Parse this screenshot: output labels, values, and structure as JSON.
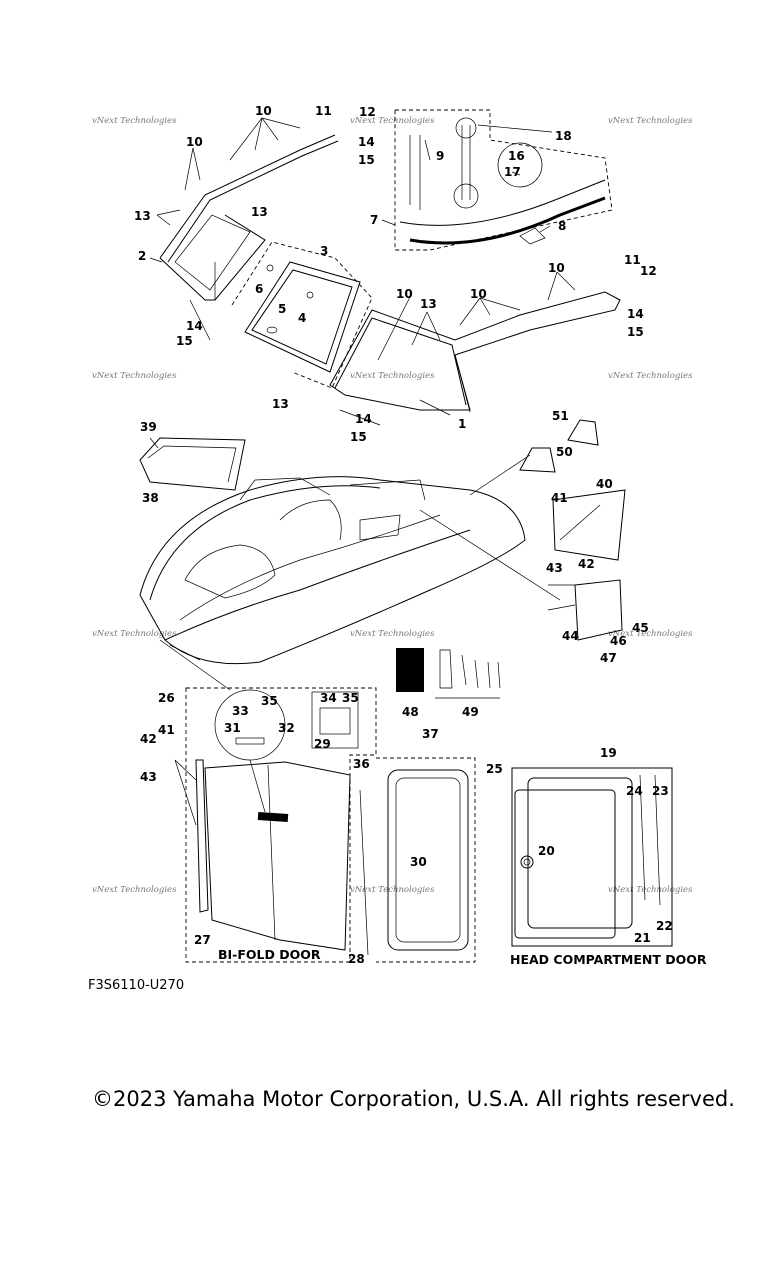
{
  "diagram": {
    "code": "F3S6110-U270",
    "watermark": "vNext Technologies",
    "captions": {
      "bifold": "BI-FOLD DOOR",
      "head": "HEAD COMPARTMENT DOOR"
    },
    "callouts": {
      "c1": "1",
      "c2": "2",
      "c3": "3",
      "c4": "4",
      "c5": "5",
      "c6": "6",
      "c7": "7",
      "c8": "8",
      "c9": "9",
      "c10a": "10",
      "c10b": "10",
      "c10c": "10",
      "c10d": "10",
      "c10e": "10",
      "c11a": "11",
      "c11b": "11",
      "c12a": "12",
      "c12b": "12",
      "c13a": "13",
      "c13b": "13",
      "c13c": "13",
      "c13d": "13",
      "c14a": "14",
      "c14b": "14",
      "c14c": "14",
      "c14d": "14",
      "c15a": "15",
      "c15b": "15",
      "c15c": "15",
      "c15d": "15",
      "c16": "16",
      "c17": "17",
      "c18": "18",
      "c19": "19",
      "c20": "20",
      "c21": "21",
      "c22": "22",
      "c23": "23",
      "c24": "24",
      "c25": "25",
      "c26": "26",
      "c27": "27",
      "c28": "28",
      "c29": "29",
      "c30": "30",
      "c31": "31",
      "c32": "32",
      "c33": "33",
      "c34": "34",
      "c35a": "35",
      "c35b": "35",
      "c36": "36",
      "c37": "37",
      "c38": "38",
      "c39": "39",
      "c40": "40",
      "c41a": "41",
      "c41b": "41",
      "c42a": "42",
      "c42b": "42",
      "c43a": "43",
      "c43b": "43",
      "c44": "44",
      "c45": "45",
      "c46": "46",
      "c47": "47",
      "c48": "48",
      "c49": "49",
      "c50": "50",
      "c51": "51"
    }
  },
  "footer": {
    "copyright": "©2023 Yamaha Motor Corporation, U.S.A. All rights reserved."
  }
}
